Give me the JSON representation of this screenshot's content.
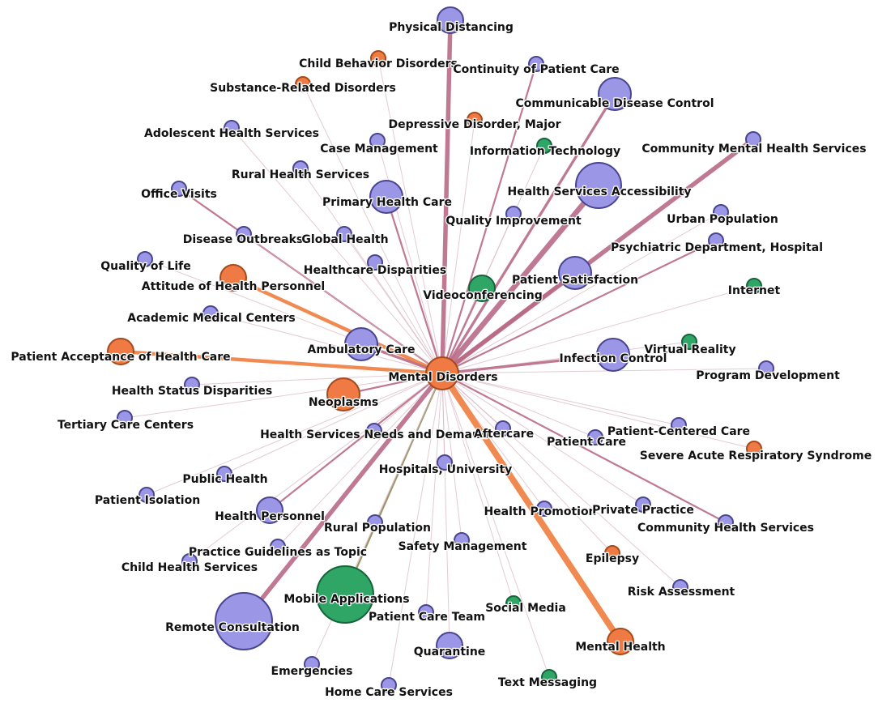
{
  "diagram": {
    "hub": "Mental Disorders",
    "colors": {
      "purple_fill": "#9b97e6",
      "purple_stroke": "#4a4590",
      "orange_fill": "#f07a44",
      "orange_stroke": "#a64a1c",
      "green_fill": "#2fa566",
      "green_stroke": "#16653a",
      "edge_pink": "#b96a86",
      "edge_orange": "#ef7d3e",
      "edge_olive": "#8f8a55",
      "edge_faint": "#d9b5c2"
    },
    "nodes": [
      {
        "id": "mental_disorders",
        "label": "Mental Disorders",
        "group": "orange",
        "size": 3
      },
      {
        "id": "physical_distancing",
        "label": "Physical Distancing",
        "group": "purple",
        "size": 2,
        "edge_weight": 5
      },
      {
        "id": "child_behavior_disorders",
        "label": "Child Behavior Disorders",
        "group": "orange",
        "size": 1,
        "edge_weight": 1
      },
      {
        "id": "continuity_patient_care",
        "label": "Continuity of Patient Care",
        "group": "purple",
        "size": 1,
        "edge_weight": 2
      },
      {
        "id": "substance_related_disorders",
        "label": "Substance-Related Disorders",
        "group": "orange",
        "size": 1,
        "edge_weight": 1
      },
      {
        "id": "communicable_disease_control",
        "label": "Communicable Disease Control",
        "group": "purple",
        "size": 3,
        "edge_weight": 3
      },
      {
        "id": "depressive_disorder_major",
        "label": "Depressive Disorder, Major",
        "group": "orange",
        "size": 1,
        "edge_weight": 1
      },
      {
        "id": "adolescent_health_services",
        "label": "Adolescent Health Services",
        "group": "purple",
        "size": 1,
        "edge_weight": 1
      },
      {
        "id": "case_management",
        "label": "Case Management",
        "group": "purple",
        "size": 1,
        "edge_weight": 1
      },
      {
        "id": "information_technology",
        "label": "Information Technology",
        "group": "green",
        "size": 1,
        "edge_weight": 1
      },
      {
        "id": "community_mental_health_services",
        "label": "Community Mental Health Services",
        "group": "purple",
        "size": 1,
        "edge_weight": 5
      },
      {
        "id": "rural_health_services",
        "label": "Rural Health Services",
        "group": "purple",
        "size": 1,
        "edge_weight": 1
      },
      {
        "id": "health_services_accessibility",
        "label": "Health Services Accessibility",
        "group": "purple",
        "size": 5,
        "edge_weight": 6
      },
      {
        "id": "office_visits",
        "label": "Office Visits",
        "group": "purple",
        "size": 1,
        "edge_weight": 2
      },
      {
        "id": "primary_health_care",
        "label": "Primary Health Care",
        "group": "purple",
        "size": 3,
        "edge_weight": 2
      },
      {
        "id": "quality_improvement",
        "label": "Quality Improvement",
        "group": "purple",
        "size": 1,
        "edge_weight": 1
      },
      {
        "id": "urban_population",
        "label": "Urban Population",
        "group": "purple",
        "size": 1,
        "edge_weight": 1
      },
      {
        "id": "disease_outbreaks",
        "label": "Disease Outbreaks",
        "group": "purple",
        "size": 1,
        "edge_weight": 1
      },
      {
        "id": "global_health",
        "label": "Global Health",
        "group": "purple",
        "size": 1,
        "edge_weight": 1
      },
      {
        "id": "psychiatric_department_hospital",
        "label": "Psychiatric Department, Hospital",
        "group": "purple",
        "size": 1,
        "edge_weight": 2
      },
      {
        "id": "quality_of_life",
        "label": "Quality of Life",
        "group": "purple",
        "size": 1,
        "edge_weight": 1
      },
      {
        "id": "healthcare_disparities",
        "label": "Healthcare Disparities",
        "group": "purple",
        "size": 1,
        "edge_weight": 1
      },
      {
        "id": "attitude_of_health_personnel",
        "label": "Attitude of Health Personnel",
        "group": "orange",
        "size": 2,
        "edge_weight": 4
      },
      {
        "id": "patient_satisfaction",
        "label": "Patient Satisfaction",
        "group": "purple",
        "size": 3,
        "edge_weight": 4
      },
      {
        "id": "videoconferencing",
        "label": "Videoconferencing",
        "group": "green",
        "size": 2,
        "edge_weight": 2
      },
      {
        "id": "internet",
        "label": "Internet",
        "group": "green",
        "size": 1,
        "edge_weight": 1
      },
      {
        "id": "academic_medical_centers",
        "label": "Academic Medical Centers",
        "group": "purple",
        "size": 1,
        "edge_weight": 1
      },
      {
        "id": "ambulatory_care",
        "label": "Ambulatory Care",
        "group": "purple",
        "size": 3,
        "edge_weight": 3
      },
      {
        "id": "virtual_reality",
        "label": "Virtual Reality",
        "group": "green",
        "size": 1,
        "edge_weight": 1
      },
      {
        "id": "patient_acceptance",
        "label": "Patient Acceptance of Health Care",
        "group": "orange",
        "size": 2,
        "edge_weight": 4
      },
      {
        "id": "infection_control",
        "label": "Infection Control",
        "group": "purple",
        "size": 3,
        "edge_weight": 3
      },
      {
        "id": "program_development",
        "label": "Program Development",
        "group": "purple",
        "size": 1,
        "edge_weight": 1
      },
      {
        "id": "health_status_disparities",
        "label": "Health Status Disparities",
        "group": "purple",
        "size": 1,
        "edge_weight": 1
      },
      {
        "id": "neoplasms",
        "label": "Neoplasms",
        "group": "orange",
        "size": 3,
        "edge_weight": 2
      },
      {
        "id": "tertiary_care_centers",
        "label": "Tertiary Care Centers",
        "group": "purple",
        "size": 1,
        "edge_weight": 1
      },
      {
        "id": "health_services_needs_demand",
        "label": "Health Services Needs and Demand",
        "group": "purple",
        "size": 1,
        "edge_weight": 1
      },
      {
        "id": "aftercare",
        "label": "Aftercare",
        "group": "purple",
        "size": 1,
        "edge_weight": 1
      },
      {
        "id": "patient_centered_care",
        "label": "Patient-Centered Care",
        "group": "purple",
        "size": 1,
        "edge_weight": 1
      },
      {
        "id": "patient_care",
        "label": "Patient Care",
        "group": "purple",
        "size": 1,
        "edge_weight": 1
      },
      {
        "id": "sars",
        "label": "Severe Acute Respiratory Syndrome",
        "group": "orange",
        "size": 1,
        "edge_weight": 1
      },
      {
        "id": "hospitals_university",
        "label": "Hospitals, University",
        "group": "purple",
        "size": 1,
        "edge_weight": 1
      },
      {
        "id": "public_health",
        "label": "Public Health",
        "group": "purple",
        "size": 1,
        "edge_weight": 1
      },
      {
        "id": "patient_isolation",
        "label": "Patient Isolation",
        "group": "purple",
        "size": 1,
        "edge_weight": 1
      },
      {
        "id": "health_promotion",
        "label": "Health Promotion",
        "group": "purple",
        "size": 1,
        "edge_weight": 1
      },
      {
        "id": "private_practice",
        "label": "Private Practice",
        "group": "purple",
        "size": 1,
        "edge_weight": 1
      },
      {
        "id": "health_personnel",
        "label": "Health Personnel",
        "group": "purple",
        "size": 2,
        "edge_weight": 2
      },
      {
        "id": "rural_population",
        "label": "Rural Population",
        "group": "purple",
        "size": 1,
        "edge_weight": 1
      },
      {
        "id": "community_health_services",
        "label": "Community Health Services",
        "group": "purple",
        "size": 1,
        "edge_weight": 2
      },
      {
        "id": "practice_guidelines",
        "label": "Practice Guidelines as Topic",
        "group": "purple",
        "size": 1,
        "edge_weight": 1
      },
      {
        "id": "safety_management",
        "label": "Safety Management",
        "group": "purple",
        "size": 1,
        "edge_weight": 1
      },
      {
        "id": "epilepsy",
        "label": "Epilepsy",
        "group": "orange",
        "size": 1,
        "edge_weight": 1
      },
      {
        "id": "child_health_services",
        "label": "Child Health Services",
        "group": "purple",
        "size": 1,
        "edge_weight": 1
      },
      {
        "id": "mobile_applications",
        "label": "Mobile Applications",
        "group": "green",
        "size": 6,
        "edge_weight": 2
      },
      {
        "id": "risk_assessment",
        "label": "Risk Assessment",
        "group": "purple",
        "size": 1,
        "edge_weight": 1
      },
      {
        "id": "patient_care_team",
        "label": "Patient Care Team",
        "group": "purple",
        "size": 1,
        "edge_weight": 1
      },
      {
        "id": "social_media",
        "label": "Social Media",
        "group": "green",
        "size": 1,
        "edge_weight": 1
      },
      {
        "id": "remote_consultation",
        "label": "Remote Consultation",
        "group": "purple",
        "size": 6,
        "edge_weight": 5
      },
      {
        "id": "mental_health",
        "label": "Mental Health",
        "group": "orange",
        "size": 2,
        "edge_weight": 7
      },
      {
        "id": "quarantine",
        "label": "Quarantine",
        "group": "purple",
        "size": 2,
        "edge_weight": 1
      },
      {
        "id": "emergencies",
        "label": "Emergencies",
        "group": "purple",
        "size": 1,
        "edge_weight": 1
      },
      {
        "id": "text_messaging",
        "label": "Text Messaging",
        "group": "green",
        "size": 1,
        "edge_weight": 1
      },
      {
        "id": "home_care_services",
        "label": "Home Care Services",
        "group": "purple",
        "size": 1,
        "edge_weight": 1
      }
    ]
  }
}
